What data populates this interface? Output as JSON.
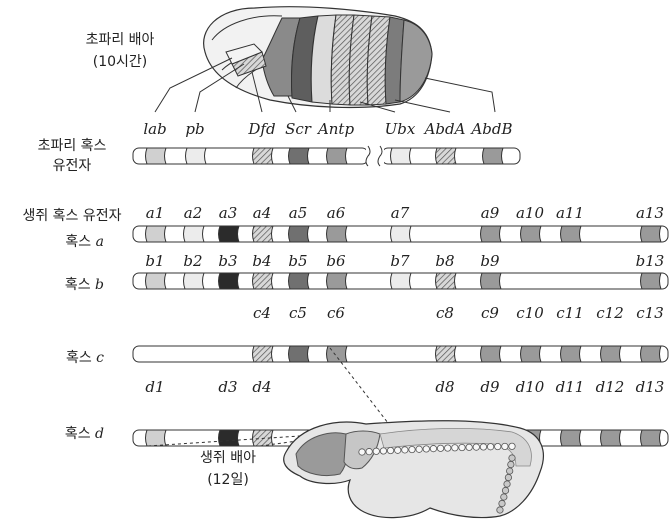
{
  "labels": {
    "fly_embryo_title": "초파리 배아",
    "fly_embryo_time": "(10시간)",
    "fly_hox_line1": "초파리 혹스",
    "fly_hox_line2": "유전자",
    "mouse_hox_header": "생쥐 혹스 유전자",
    "hox_a_prefix": "혹스 ",
    "hox_a_letter": "a",
    "hox_b_prefix": "혹스 ",
    "hox_b_letter": "b",
    "hox_c_prefix": "혹스 ",
    "hox_c_letter": "c",
    "hox_d_prefix": "혹스 ",
    "hox_d_letter": "d",
    "mouse_embryo_title": "생쥐 배아",
    "mouse_embryo_time": "(12일)"
  },
  "colors": {
    "light_gray": "#d0d0d0",
    "pale": "#ececec",
    "black": "#2b2b2b",
    "hatched": "#b8b8b8",
    "medium": "#707070",
    "mid_gray": "#9a9a9a",
    "outline": "#333333"
  },
  "fly_genes": [
    {
      "name": "lab",
      "color": "light_gray"
    },
    {
      "name": "pb",
      "color": "pale"
    },
    {
      "name": "Dfd",
      "color": "hatched"
    },
    {
      "name": "Scr",
      "color": "medium"
    },
    {
      "name": "Antp",
      "color": "mid_gray"
    },
    {
      "name": "Ubx",
      "color": "pale"
    },
    {
      "name": "AbdA",
      "color": "hatched"
    },
    {
      "name": "AbdB",
      "color": "mid_gray"
    }
  ],
  "mouse_clusters": {
    "a": [
      "a1",
      "a2",
      "a3",
      "a4",
      "a5",
      "a6",
      "a7",
      "a9",
      "a10",
      "a11",
      "a13"
    ],
    "b": [
      "b1",
      "b2",
      "b3",
      "b4",
      "b5",
      "b6",
      "b7",
      "b8",
      "b9",
      "b13"
    ],
    "c": [
      "c4",
      "c5",
      "c6",
      "c8",
      "c9",
      "c10",
      "c11",
      "c12",
      "c13"
    ],
    "d": [
      "d1",
      "d3",
      "d4",
      "d8",
      "d9",
      "d10",
      "d11",
      "d12",
      "d13"
    ]
  }
}
